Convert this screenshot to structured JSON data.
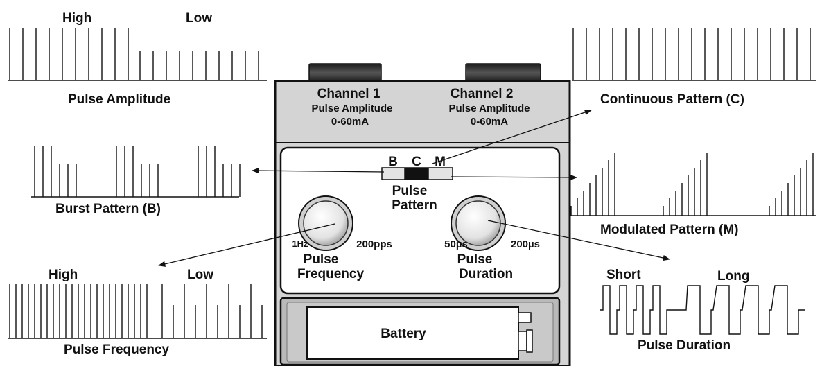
{
  "panels": {
    "pulse_amplitude": {
      "caption": "Pulse Amplitude",
      "label_left": "High",
      "label_right": "Low"
    },
    "burst": {
      "caption": "Burst Pattern (B)"
    },
    "pulse_frequency": {
      "caption": "Pulse Frequency",
      "label_left": "High",
      "label_right": "Low"
    },
    "continuous": {
      "caption": "Continuous Pattern (C)"
    },
    "modulated": {
      "caption": "Modulated Pattern (M)"
    },
    "pulse_duration": {
      "caption": "Pulse Duration",
      "label_left": "Short",
      "label_right": "Long"
    }
  },
  "device": {
    "channel1": {
      "title": "Channel 1",
      "line1": "Pulse Amplitude",
      "line2": "0-60mA"
    },
    "channel2": {
      "title": "Channel 2",
      "line1": "Pulse Amplitude",
      "line2": "0-60mA"
    },
    "switch": {
      "b": "B",
      "c": "C",
      "m": "M",
      "label1": "Pulse",
      "label2": "Pattern"
    },
    "knob_frequency": {
      "min": "1Hz",
      "max": "200pps",
      "label1": "Pulse",
      "label2": "Frequency"
    },
    "knob_duration": {
      "min": "50µs",
      "max": "200µs",
      "label1": "Pulse",
      "label2": "Duration"
    },
    "battery": {
      "label": "Battery"
    }
  },
  "colors": {
    "device_body": "#d4d4d4",
    "device_border": "#111111",
    "connector": "#333333",
    "panel": "#ffffff"
  }
}
